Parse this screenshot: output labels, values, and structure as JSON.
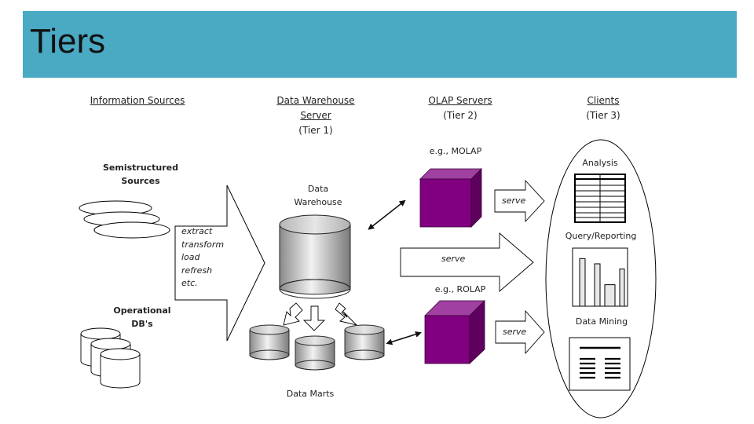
{
  "slide": {
    "title": "Tiers",
    "banner_color": "#4aaac4"
  },
  "tiers": {
    "information_sources": {
      "title": "Information Sources"
    },
    "warehouse_server": {
      "title_line1": "Data Warehouse",
      "title_line2": "Server",
      "subtitle": "(Tier 1)"
    },
    "olap_servers": {
      "title": "OLAP Servers",
      "subtitle": "(Tier 2)"
    },
    "clients": {
      "title": "Clients",
      "subtitle": "(Tier 3)"
    }
  },
  "sources": {
    "semistructured_line1": "Semistructured",
    "semistructured_line2": "Sources",
    "operational_line1": "Operational",
    "operational_line2": "DB's"
  },
  "etl": {
    "steps": [
      "extract",
      "transform",
      "load",
      "refresh",
      "etc."
    ]
  },
  "warehouse": {
    "label_line1": "Data",
    "label_line2": "Warehouse",
    "data_marts_label": "Data Marts"
  },
  "olap": {
    "molap_label": "e.g., MOLAP",
    "rolap_label": "e.g., ROLAP",
    "cube_color": "#800080",
    "serve_label": "serve"
  },
  "clients": {
    "analysis_label": "Analysis",
    "query_label": "Query/Reporting",
    "mining_label": "Data Mining",
    "chart_bar_levels": [
      0.82,
      0.73,
      0.37,
      0.64
    ]
  }
}
